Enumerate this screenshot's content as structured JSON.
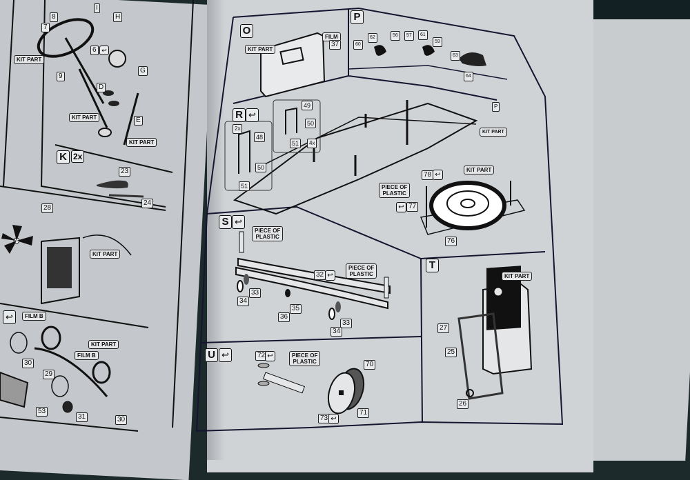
{
  "document": {
    "type": "model kit assembly instructions",
    "left_page": {
      "top_step": {
        "parts": [
          "8",
          "7",
          "I",
          "H",
          "6",
          "G",
          "9",
          "D",
          "E"
        ],
        "labels": [
          "KIT PART",
          "KIT PART",
          "KIT PART"
        ],
        "return_marker": "↩"
      },
      "step_K": {
        "letter": "K",
        "multiplier": "2x",
        "parts": [
          "23",
          "24"
        ]
      },
      "engine_step": {
        "parts": [
          "28"
        ],
        "label": "KIT PART"
      },
      "lamp_step": {
        "return_marker": "↩",
        "labels": [
          "FILM B",
          "FILM B",
          "KIT PART"
        ],
        "parts": [
          "30",
          "29",
          "53",
          "31",
          "30"
        ]
      }
    },
    "right_page": {
      "step_O": {
        "letter": "O",
        "labels": [
          "KIT PART",
          "FILM"
        ],
        "parts": [
          "37"
        ]
      },
      "step_P": {
        "letter": "P",
        "parts": [
          "60",
          "62",
          "56",
          "57",
          "61",
          "59",
          "63",
          "64"
        ]
      },
      "step_R": {
        "letter": "R",
        "return_marker": "↩",
        "sub_a": {
          "multiplier": "2x",
          "parts": [
            "48",
            "50",
            "51"
          ]
        },
        "sub_b": {
          "multiplier": "4x",
          "parts": [
            "49",
            "50",
            "51"
          ]
        },
        "labels": [
          "P",
          "KIT PART"
        ]
      },
      "spare_wheel": {
        "labels": [
          "KIT PART",
          "PIECE OF\nPLASTIC"
        ],
        "parts": [
          "78",
          "77",
          "76"
        ]
      },
      "step_S": {
        "letter": "S",
        "return_marker": "↩",
        "labels": [
          "PIECE OF\nPLASTIC",
          "PIECE OF\nPLASTIC"
        ],
        "parts": [
          "32",
          "33",
          "34",
          "36",
          "35",
          "33",
          "34"
        ]
      },
      "step_T": {
        "letter": "T",
        "labels": [
          "KIT PART"
        ],
        "parts": [
          "27",
          "25",
          "26"
        ]
      },
      "step_U": {
        "letter": "U",
        "return_marker": "↩",
        "labels": [
          "PIECE OF\nPLASTIC"
        ],
        "parts": [
          "72",
          "73",
          "70",
          "71"
        ]
      }
    }
  }
}
